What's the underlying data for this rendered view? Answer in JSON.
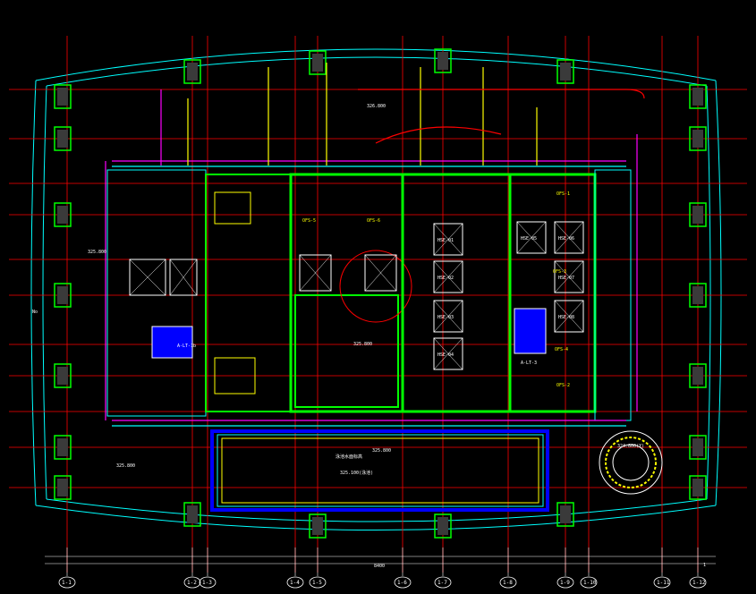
{
  "drawing": {
    "background": "#000000",
    "colors": {
      "grid": "#ff0000",
      "outline": "#00ffff",
      "core": "#00ff00",
      "mep": "#ffff00",
      "pipe": "#ff00ff",
      "text": "#ffffff",
      "pool": "#0000ff"
    },
    "labels": {
      "pool_elev": "325.800",
      "pool_note_1": "泳池水面标高",
      "pool_note_2": "325.100(泳池)",
      "center_elev": "325.800",
      "lobby_elev": "326.800",
      "left_elev": "325.800",
      "corner_elev": "325.800",
      "stair_left": "A-LT-1b",
      "stair_right": "A-LT-3",
      "circle_elev": "324.800(Y)",
      "sheet_mark": "1",
      "bottom_dim": "8400"
    },
    "elevator_tags": [
      "HSE-01",
      "HSE-02",
      "HSE-03",
      "HSE-04",
      "HSE-05",
      "HSE-06",
      "HSE-07",
      "HSE-08"
    ],
    "shaft_tags": [
      "OFS-1",
      "OFS-2",
      "OFS-3",
      "OFS-4",
      "OFS-5",
      "OFS-6"
    ],
    "axis_labels": [
      "1-1",
      "1-2",
      "1-3",
      "1-4",
      "1-5",
      "1-6",
      "1-7",
      "1-8",
      "1-9",
      "1-10",
      "1-11",
      "1-12"
    ],
    "legend_side": "No"
  }
}
